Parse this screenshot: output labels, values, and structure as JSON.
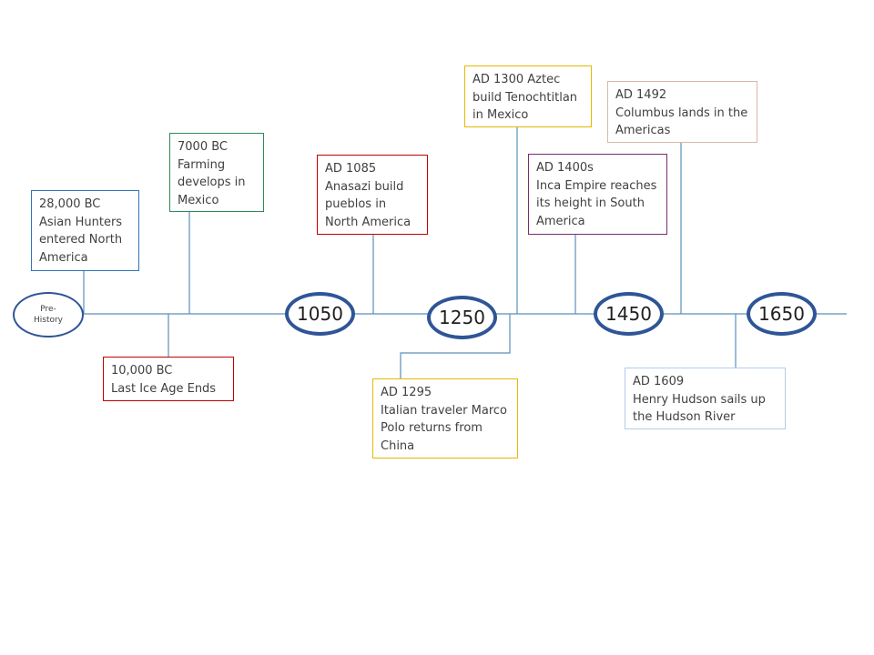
{
  "colors": {
    "axis": "#5b8fb9",
    "connector": "#5b8fb9",
    "node_border": "#2f5597",
    "text": "#404040"
  },
  "eras": [
    {
      "label": "Pre-\nHistory"
    },
    {
      "label": "1050"
    },
    {
      "label": "1250"
    },
    {
      "label": "1450"
    },
    {
      "label": "1650"
    }
  ],
  "events": [
    {
      "date": "28,000 BC",
      "text": "Asian Hunters entered North America",
      "border": "#2e75b6"
    },
    {
      "date": "10,000 BC",
      "text": "Last Ice Age Ends",
      "border": "#c00000"
    },
    {
      "date": "7000 BC",
      "text": "Farming develops in Mexico",
      "border": "#2e8b57"
    },
    {
      "date": "AD 1085",
      "text": "Anasazi build pueblos in North America",
      "border": "#c00000"
    },
    {
      "date": "AD 1295",
      "text": "Italian traveler Marco Polo returns from China",
      "border": "#e6b800"
    },
    {
      "date": "AD 1300 Aztec build Tenochtitlan in Mexico",
      "text": "",
      "border": "#e6b800"
    },
    {
      "date": "AD 1400s",
      "text": "Inca Empire reaches its height in South America",
      "border": "#7b2c6e"
    },
    {
      "date": "AD 1492",
      "text": "Columbus lands in the Americas",
      "border": "#d9b8a8"
    },
    {
      "date": "AD 1609",
      "text": "Henry Hudson sails up the Hudson River",
      "border": "#b4cde6"
    }
  ]
}
